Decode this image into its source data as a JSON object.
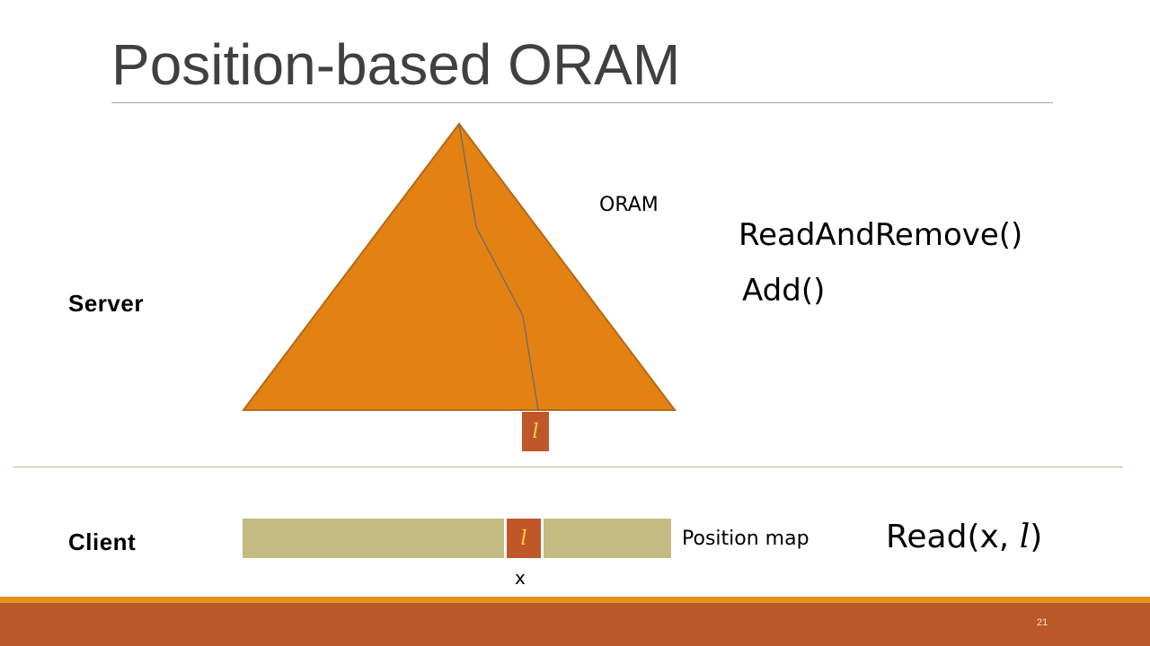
{
  "slide": {
    "title": "Position-based ORAM",
    "page_number": "21"
  },
  "diagram": {
    "tree_label": "ORAM",
    "leaf_label": "l",
    "server_label": "Server",
    "client_label": "Client",
    "position_map_label": "Position map",
    "position_map_cell_label": "l",
    "position_map_index_label": "x"
  },
  "operations": {
    "server_op_1": "ReadAndRemove()",
    "server_op_2": "Add()",
    "client_op_prefix": "Read(x, ",
    "client_op_var": "l",
    "client_op_suffix": ")"
  },
  "colors": {
    "tree_fill": "#e38112",
    "tree_stroke": "#b36a16",
    "leaf_fill": "#c0572a",
    "position_map_fill": "#c3bb82",
    "footer_bar": "#bb5828",
    "footer_accent": "#e2941f"
  }
}
